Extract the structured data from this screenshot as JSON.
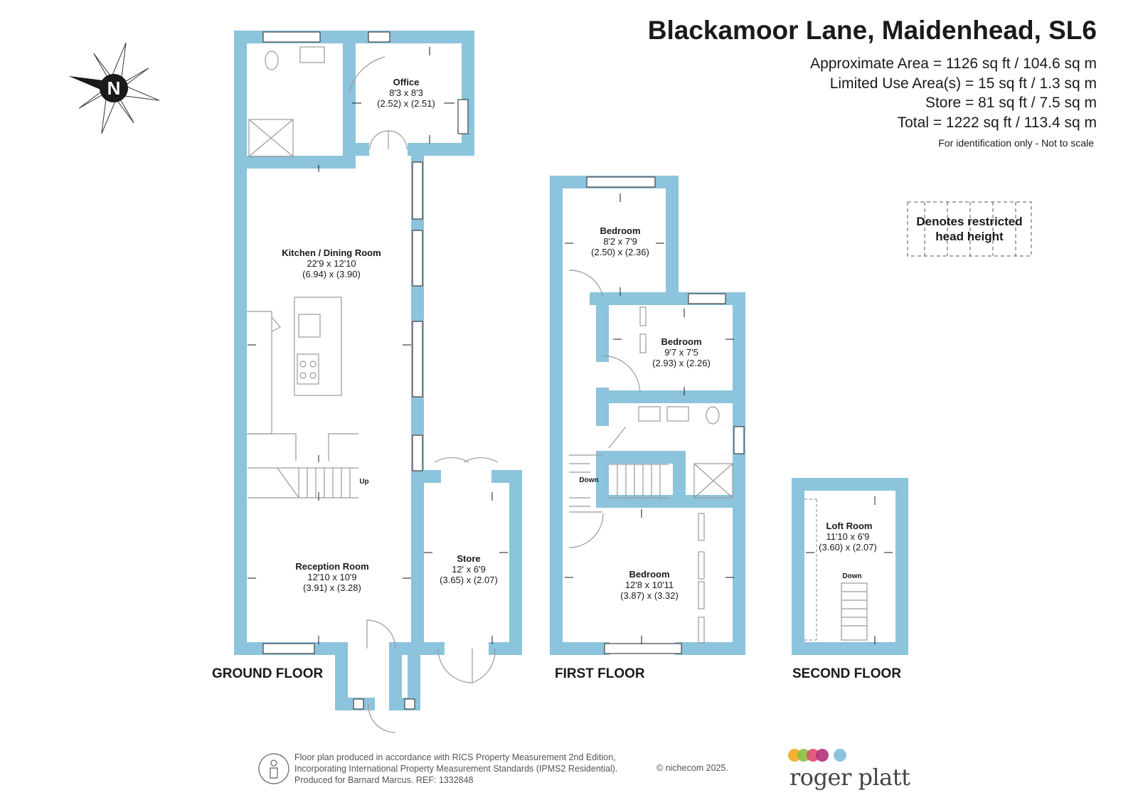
{
  "header": {
    "title": "Blackamoor Lane, Maidenhead, SL6",
    "areas": [
      "Approximate Area = 1126 sq ft / 104.6 sq m",
      "Limited Use Area(s) = 15 sq ft / 1.3 sq m",
      "Store = 81 sq ft / 7.5 sq m",
      "Total = 1222 sq ft / 113.4 sq m"
    ],
    "note": "For identification only - Not to scale"
  },
  "legend": {
    "line1": "Denotes restricted",
    "line2": "head height"
  },
  "compass": {
    "letter": "N"
  },
  "colors": {
    "wall": "#8cc3dd",
    "fixture": "#9a9a9a",
    "text": "#1a1a1a"
  },
  "floors": {
    "ground": "GROUND FLOOR",
    "first": "FIRST FLOOR",
    "second": "SECOND FLOOR"
  },
  "rooms": {
    "office": {
      "name": "Office",
      "imperial": "8'3 x 8'3",
      "metric": "(2.52) x (2.51)"
    },
    "kitchen": {
      "name": "Kitchen / Dining Room",
      "imperial": "22'9 x 12'10",
      "metric": "(6.94) x (3.90)"
    },
    "reception": {
      "name": "Reception Room",
      "imperial": "12'10 x 10'9",
      "metric": "(3.91) x (3.28)"
    },
    "store": {
      "name": "Store",
      "imperial": "12' x 6'9",
      "metric": "(3.65) x (2.07)"
    },
    "bedroom1": {
      "name": "Bedroom",
      "imperial": "8'2 x 7'9",
      "metric": "(2.50) x (2.36)"
    },
    "bedroom2": {
      "name": "Bedroom",
      "imperial": "9'7 x 7'5",
      "metric": "(2.93) x (2.26)"
    },
    "bedroom3": {
      "name": "Bedroom",
      "imperial": "12'8 x 10'11",
      "metric": "(3.87) x (3.32)"
    },
    "loft": {
      "name": "Loft Room",
      "imperial": "11'10 x 6'9",
      "metric": "(3.60) x (2.07)"
    }
  },
  "stairs": {
    "up": "Up",
    "down_first": "Down",
    "down_second": "Down"
  },
  "footer": {
    "line1": "Floor plan produced in accordance with RICS Property Measurement 2nd Edition,",
    "line2": "Incorporating International Property Measurement Standards (IPMS2 Residential).",
    "line3": "Produced for Barnard Marcus.   REF:  1332848",
    "copyright": "© nichecom 2025.",
    "brand": "roger platt"
  }
}
